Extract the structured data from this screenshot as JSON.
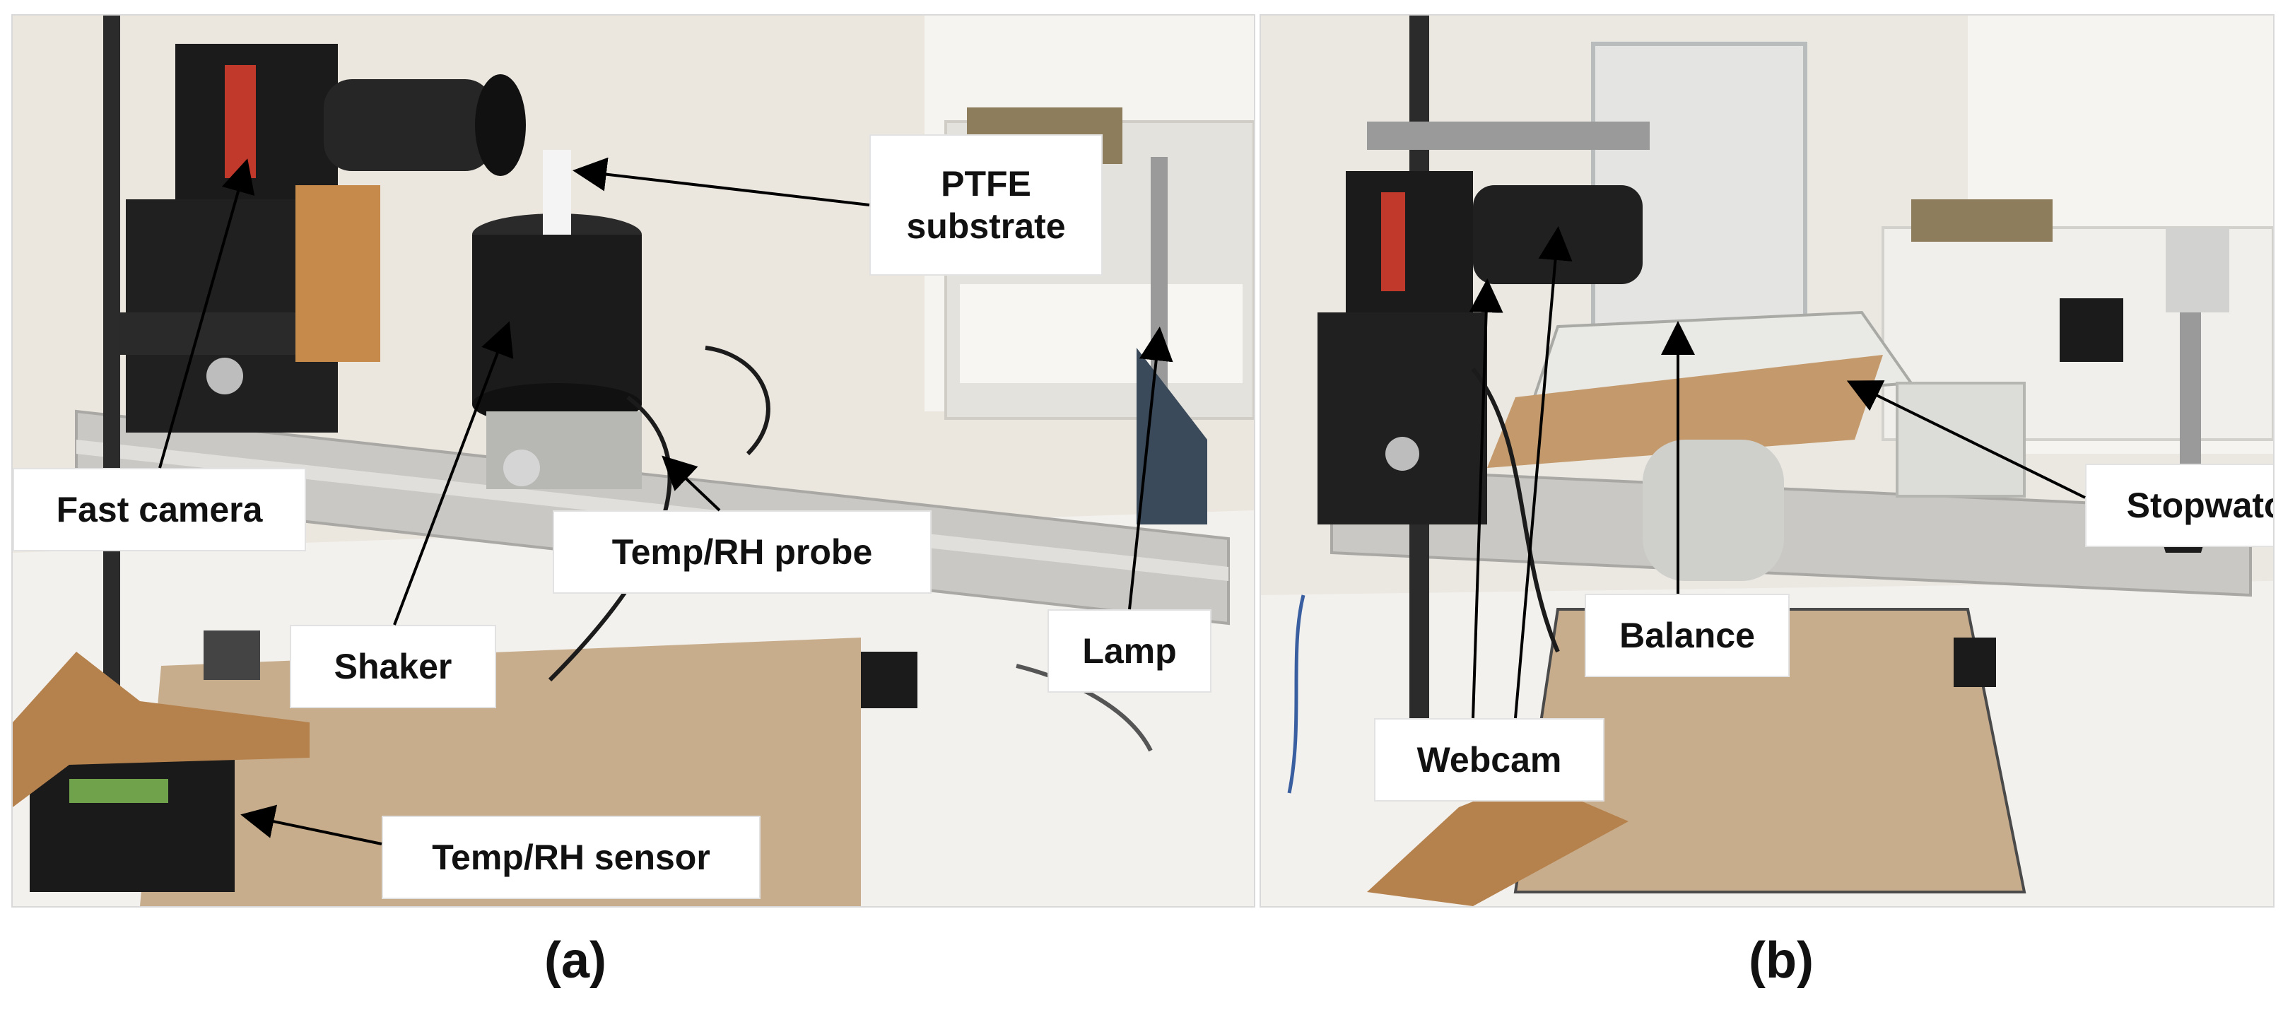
{
  "figure": {
    "panel_a": {
      "caption": "(a)",
      "labels": {
        "fast_camera": "Fast camera",
        "ptfe_substrate": "PTFE substrate",
        "temp_rh_probe": "Temp/RH probe",
        "shaker": "Shaker",
        "lamp": "Lamp",
        "temp_rh_sensor": "Temp/RH sensor"
      }
    },
    "panel_b": {
      "caption": "(b)",
      "labels": {
        "stopwatch": "Stopwatch",
        "balance": "Balance",
        "webcam": "Webcam"
      }
    }
  },
  "colors": {
    "wall": "#ebe7df",
    "bench": "#f3f1ee",
    "rail": "#c9c8c4",
    "mat": "#c8ad8c",
    "black_equipment": "#1b1b1b",
    "wood_stand": "#b5824d",
    "label_border": "#e2e2e2",
    "arrow": "#000000"
  }
}
